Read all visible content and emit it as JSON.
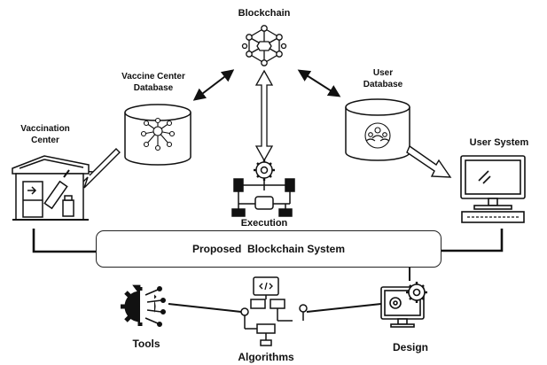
{
  "labels": {
    "blockchain": "Blockchain",
    "vaccine_center_database": "Vaccine Center\nDatabase",
    "user_database": "User\nDatabase",
    "vaccination_center": "Vaccination\nCenter",
    "user_system": "User System",
    "execution": "Execution",
    "proposed_system": "Proposed  Blockchain System",
    "tools": "Tools",
    "algorithms": "Algorithms",
    "design": "Design"
  },
  "icons": {
    "blockchain": "network-hexagon-icon",
    "vaccine_db": "database-network-icon",
    "user_db": "database-users-icon",
    "vaccination_center": "clinic-syringe-icon",
    "user_system": "computer-icon",
    "execution": "gear-flowchart-icon",
    "tools": "gear-circuit-icon",
    "algorithms": "code-flowchart-icon",
    "design": "monitor-gear-icon"
  },
  "colors": {
    "stroke": "#111111",
    "background": "#ffffff"
  }
}
